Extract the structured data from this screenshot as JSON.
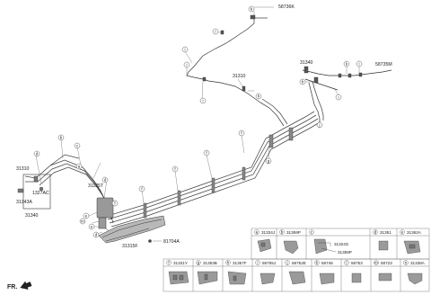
{
  "diagram": {
    "part_numbers": {
      "p58736K": "58736K",
      "p31310_top": "31310",
      "p31340_top": "31340",
      "p58735M": "58735M",
      "p31310_left": "31310",
      "p1327AC": "1327AC",
      "p31343A": "31343A",
      "p31340_left": "31340",
      "p31125T": "31125T",
      "p81704A": "81704A",
      "p31315F": "31315F"
    },
    "callouts": {
      "k1": "k",
      "i1": "i",
      "i2": "i",
      "i3": "i",
      "h1": "h",
      "k2": "k",
      "i4": "i",
      "h2": "h",
      "i5": "i",
      "j1": "j",
      "f1": "f",
      "f2": "f",
      "f3": "f",
      "g1": "g",
      "d1": "d",
      "b1": "b",
      "c1": "c",
      "a1": "a",
      "d2": "d",
      "e1": "e",
      "f4": "f",
      "m1": "m",
      "e2": "e",
      "d3": "d"
    },
    "orientation_label": "FR."
  },
  "legend": {
    "row1": [
      {
        "letter": "a",
        "part": "31334J"
      },
      {
        "letter": "b",
        "part": "31359P"
      },
      {
        "letter": "c",
        "part": ""
      },
      {
        "letter": "d",
        "part": "31351"
      },
      {
        "letter": "e",
        "part": "31362A"
      }
    ],
    "c_subparts": [
      "31324G",
      "31359P"
    ],
    "row2": [
      {
        "letter": "f",
        "part": "31331Y"
      },
      {
        "letter": "g",
        "part": "31353B"
      },
      {
        "letter": "h",
        "part": "31357F"
      },
      {
        "letter": "i",
        "part": "58755J"
      },
      {
        "letter": "j",
        "part": "58752E"
      },
      {
        "letter": "k",
        "part": "58746"
      },
      {
        "letter": "l",
        "part": "58753"
      },
      {
        "letter": "m",
        "part": "58723"
      },
      {
        "letter": "n",
        "part": "31338A"
      }
    ]
  }
}
